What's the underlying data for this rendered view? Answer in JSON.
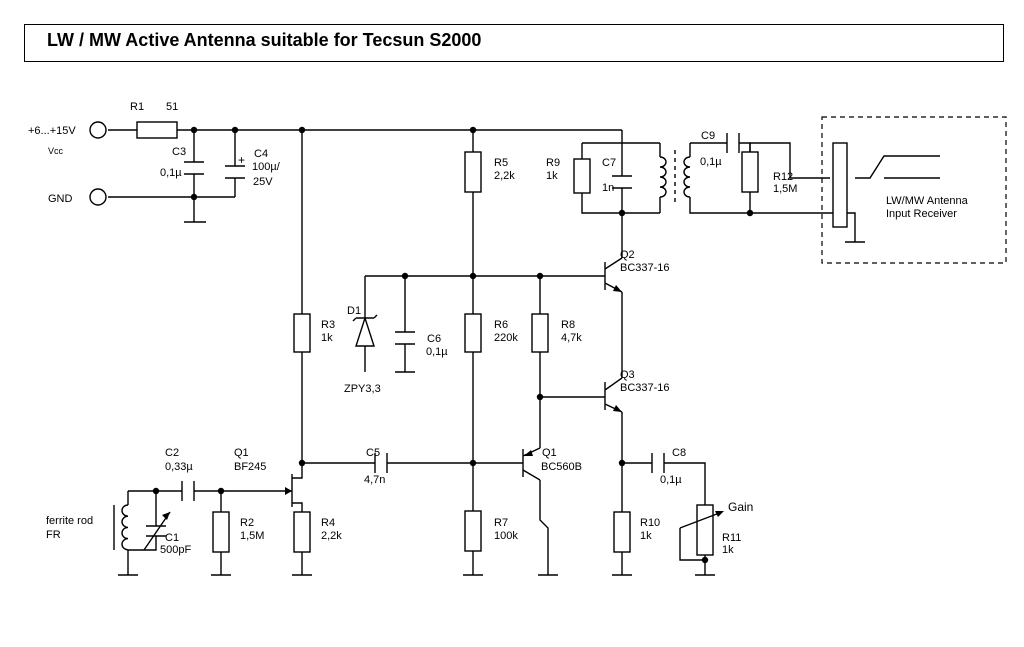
{
  "title": "LW / MW Active Antenna suitable for Tecsun S2000",
  "terminals": {
    "vcc": "+6...+15V",
    "vcc_sub": "Vcc",
    "gnd": "GND"
  },
  "receiver": {
    "line1": "LW/MW Antenna",
    "line2": "Input Receiver"
  },
  "ferrite": {
    "line1": "ferrite rod",
    "line2": "FR"
  },
  "gain": "Gain",
  "components": {
    "R1": {
      "name": "R1",
      "value": "51"
    },
    "C3": {
      "name": "C3",
      "value": "0,1µ"
    },
    "C4": {
      "name": "C4",
      "value": "100µ/",
      "value2": "25V"
    },
    "R5": {
      "name": "R5",
      "value": "2,2k"
    },
    "R9": {
      "name": "R9",
      "value": "1k"
    },
    "C7": {
      "name": "C7",
      "value": "1n"
    },
    "C9": {
      "name": "C9",
      "value": "0,1µ"
    },
    "R12": {
      "name": "R12",
      "value": "1,5M"
    },
    "Q2": {
      "name": "Q2",
      "value": "BC337-16"
    },
    "D1": {
      "name": "D1",
      "value": "ZPY3,3"
    },
    "R3": {
      "name": "R3",
      "value": "1k"
    },
    "C6": {
      "name": "C6",
      "value": "0,1µ"
    },
    "R6": {
      "name": "R6",
      "value": "220k"
    },
    "R8": {
      "name": "R8",
      "value": "4,7k"
    },
    "Q3": {
      "name": "Q3",
      "value": "BC337-16"
    },
    "C2": {
      "name": "C2",
      "value": "0,33µ"
    },
    "Q1a": {
      "name": "Q1",
      "value": "BF245"
    },
    "C5": {
      "name": "C5",
      "value": "4,7n"
    },
    "Q1b": {
      "name": "Q1",
      "value": "BC560B"
    },
    "C8": {
      "name": "C8",
      "value": "0,1µ"
    },
    "C1": {
      "name": "C1",
      "value": "500pF"
    },
    "R2": {
      "name": "R2",
      "value": "1,5M"
    },
    "R4": {
      "name": "R4",
      "value": "2,2k"
    },
    "R7": {
      "name": "R7",
      "value": "100k"
    },
    "R10": {
      "name": "R10",
      "value": "1k"
    },
    "R11": {
      "name": "R11",
      "value": "1k"
    }
  }
}
